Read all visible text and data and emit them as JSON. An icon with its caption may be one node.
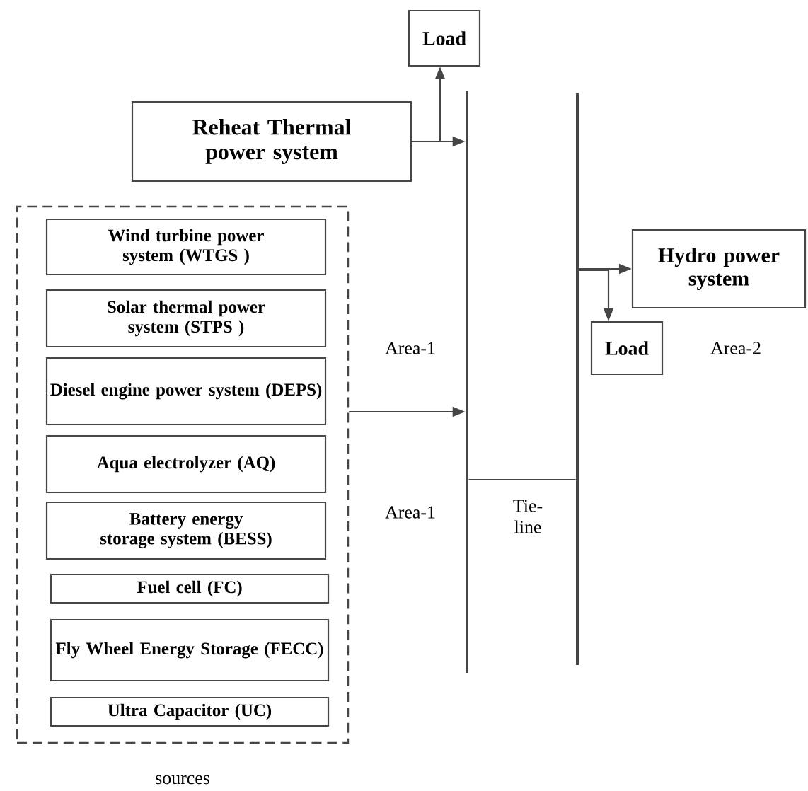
{
  "diagram": {
    "nodes": [
      {
        "text": [
          "Load"
        ]
      },
      {
        "text": [
          "Reheat Thermal power system"
        ]
      },
      {
        "text": [],
        "shape": "bar"
      },
      {
        "text": [],
        "shape": "bar"
      },
      {
        "text": [
          "Hydro power system"
        ]
      },
      {
        "text": [
          "Load"
        ]
      },
      {
        "text": [],
        "shape": "box",
        "beside": [
          "sources"
        ]
      },
      {
        "text": [
          "Wind turbine power system (WTGS )"
        ],
        "in": 6
      },
      {
        "text": [
          "Solar thermal power system (STPS )"
        ],
        "in": 6
      },
      {
        "text": [
          "Diesel engine power system (DEPS)"
        ],
        "in": 6
      },
      {
        "text": [
          "Aqua electrolyzer (AQ)"
        ],
        "in": 6
      },
      {
        "text": [
          "Battery energy storage system (BESS)"
        ],
        "in": 6
      },
      {
        "text": [
          "Fuel cell (FC)"
        ],
        "in": 6
      },
      {
        "text": [
          "Fly Wheel Energy Storage (FECC)"
        ],
        "in": 6
      },
      {
        "text": [
          "Ultra Capacitor (UC)"
        ],
        "in": 6
      }
    ],
    "edges": [
      {
        "from": 1,
        "to": 2,
        "arrow": "to"
      },
      {
        "from": 1,
        "to": 0,
        "arrow": "to"
      },
      {
        "from": 6,
        "to": 2,
        "arrow": "to"
      },
      {
        "from": 2,
        "to": 3,
        "arrow": "none",
        "label": "Tie-line"
      },
      {
        "from": 3,
        "to": 4,
        "arrow": "to"
      },
      {
        "from": 3,
        "to": 5,
        "arrow": "to"
      }
    ],
    "labels": [
      "Area-1",
      "Area-2",
      "Area-1"
    ]
  }
}
